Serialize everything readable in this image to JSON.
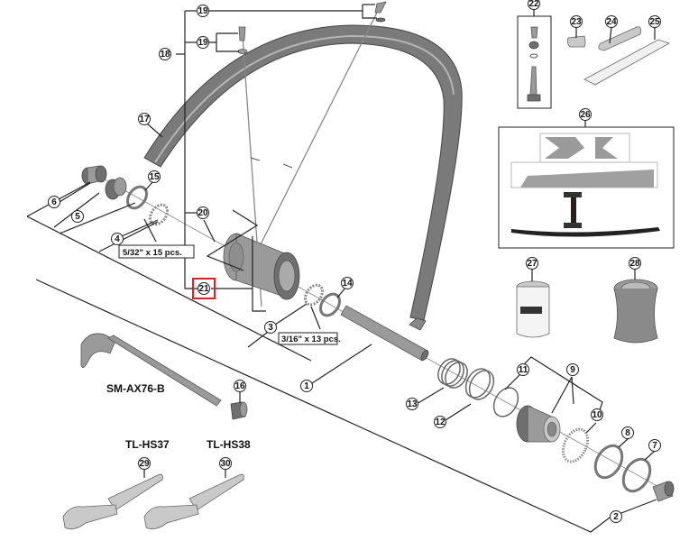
{
  "diagram": {
    "title": "Exploded view: rear wheel / hub assembly",
    "callouts": [
      {
        "id": "1",
        "part": "hub axle"
      },
      {
        "id": "2",
        "part": "end cap"
      },
      {
        "id": "3",
        "part": "steel balls"
      },
      {
        "id": "4",
        "part": "steel balls"
      },
      {
        "id": "5",
        "part": "cone"
      },
      {
        "id": "6",
        "part": "end cap"
      },
      {
        "id": "7",
        "part": "spacer"
      },
      {
        "id": "8",
        "part": "seal ring"
      },
      {
        "id": "9",
        "part": "freehub body"
      },
      {
        "id": "10",
        "part": "ratchet ring"
      },
      {
        "id": "11",
        "part": "seal"
      },
      {
        "id": "12",
        "part": "seal"
      },
      {
        "id": "13",
        "part": "spring"
      },
      {
        "id": "14",
        "part": "seal ring"
      },
      {
        "id": "15",
        "part": "seal ring"
      },
      {
        "id": "16",
        "part": "axle nut"
      },
      {
        "id": "17",
        "part": "rim"
      },
      {
        "id": "18",
        "part": "spoke assembly"
      },
      {
        "id": "19",
        "part": "spoke nipple"
      },
      {
        "id": "20",
        "part": "spoke"
      },
      {
        "id": "21",
        "part": "spoke"
      },
      {
        "id": "22",
        "part": "tubeless valve"
      },
      {
        "id": "23",
        "part": "valve washer"
      },
      {
        "id": "24",
        "part": "spoke wrench"
      },
      {
        "id": "25",
        "part": "rim tape"
      },
      {
        "id": "26",
        "part": "decal set"
      },
      {
        "id": "27",
        "part": "grease"
      },
      {
        "id": "28",
        "part": "adapter"
      },
      {
        "id": "29",
        "part": "cone wrench"
      },
      {
        "id": "30",
        "part": "cone wrench"
      }
    ],
    "highlighted_callout": "21",
    "labels": {
      "axle_model": "SM-AX76-B",
      "tool_1": "TL-HS37",
      "tool_2": "TL-HS38",
      "ball_qty_left": "5/32\" x 15 pcs.",
      "ball_qty_right": "3/16\" x 13 pcs."
    },
    "colors": {
      "highlight": "#e02020",
      "line": "#222222",
      "part_gray": "#8a8a8a"
    }
  }
}
